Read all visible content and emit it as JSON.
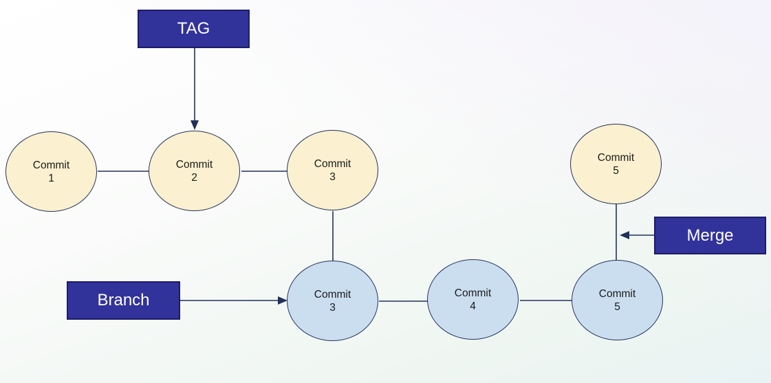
{
  "colors": {
    "box_fill": "#32329B",
    "box_border": "#1C1C66",
    "box_text": "#FFFFFF",
    "main_node_fill": "#FBF0CF",
    "branch_node_fill": "#CBDEF0",
    "node_border": "#22315A",
    "line": "#22315A",
    "node_text": "#1A1A1A"
  },
  "boxes": {
    "tag": {
      "label": "TAG"
    },
    "branch": {
      "label": "Branch"
    },
    "merge": {
      "label": "Merge"
    }
  },
  "main_branch": {
    "commits": [
      {
        "word": "Commit",
        "num": "1"
      },
      {
        "word": "Commit",
        "num": "2"
      },
      {
        "word": "Commit",
        "num": "3"
      },
      {
        "word": "Commit",
        "num": "5"
      }
    ]
  },
  "feature_branch": {
    "commits": [
      {
        "word": "Commit",
        "num": "3"
      },
      {
        "word": "Commit",
        "num": "4"
      },
      {
        "word": "Commit",
        "num": "5"
      }
    ]
  }
}
